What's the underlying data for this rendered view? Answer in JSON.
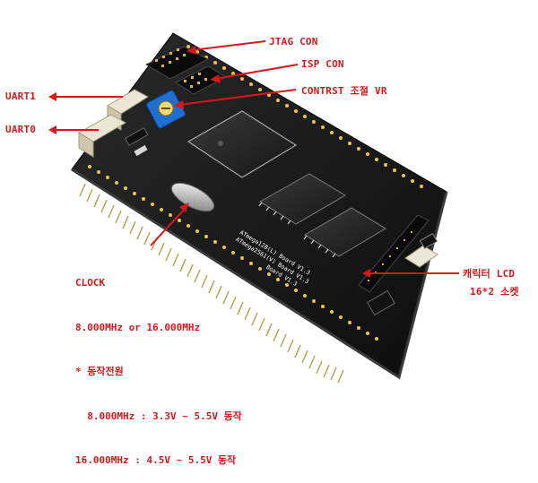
{
  "labels": {
    "jtag": "JTAG CON",
    "isp": "ISP CON",
    "contrast": "CONTRST 조절 VR",
    "uart1": "UART1",
    "uart0": "UART0",
    "lcd_line1": "캐릭터 LCD",
    "lcd_line2": "16*2 소켓",
    "clock_lines": [
      "CLOCK",
      "8.000MHz or 16.000MHz",
      "* 동작전원",
      "  8.000MHz : 3.3V ~ 5.5V 동작",
      "16.000MHz : 4.5V ~ 5.5V 동작"
    ]
  },
  "board_silkscreen": {
    "line1": "ATmega128(L) Board V1.3",
    "line2": "ATmega2561(V) Board V1.3",
    "line3": "Board V1.3"
  },
  "colors": {
    "annotation": "#d4181c",
    "pcb": "#141414",
    "pot": "#1e6fd0",
    "connector": "#e6e0cf"
  }
}
